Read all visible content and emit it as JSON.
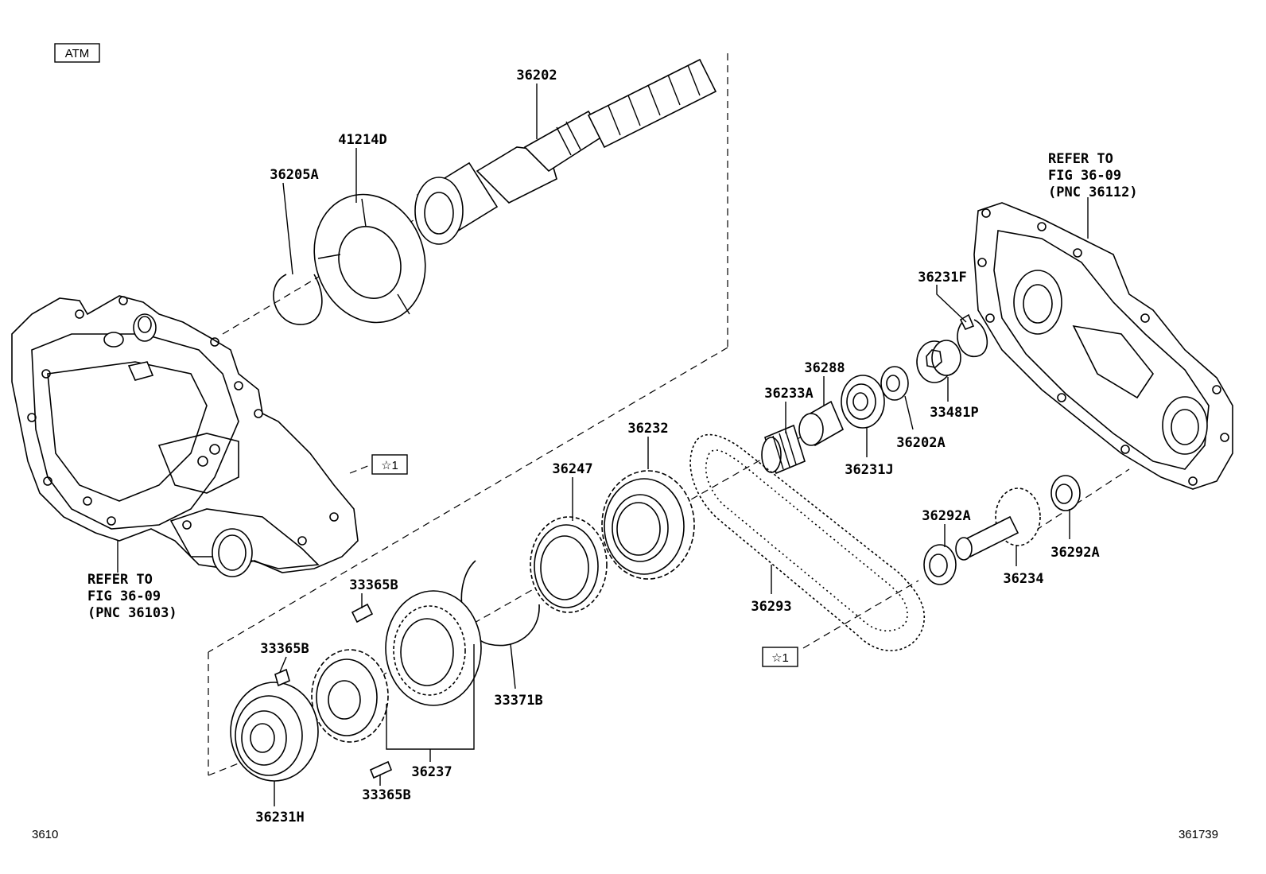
{
  "diagram": {
    "badge_atm": "ATM",
    "footer_left": "3610",
    "footer_right": "361739",
    "star_ref": "☆1",
    "refer_left": [
      "REFER TO",
      "FIG 36-09",
      "(PNC 36103)"
    ],
    "refer_right": [
      "REFER TO",
      "FIG 36-09",
      "(PNC 36112)"
    ],
    "parts": [
      "36202",
      "41214D",
      "36205A",
      "36231F",
      "36288",
      "36233A",
      "33481P",
      "36202A",
      "36231J",
      "36232",
      "36247",
      "36292A",
      "36292A",
      "36234",
      "36293",
      "33365B",
      "33365B",
      "33371B",
      "36237",
      "33365B",
      "36231H"
    ]
  }
}
